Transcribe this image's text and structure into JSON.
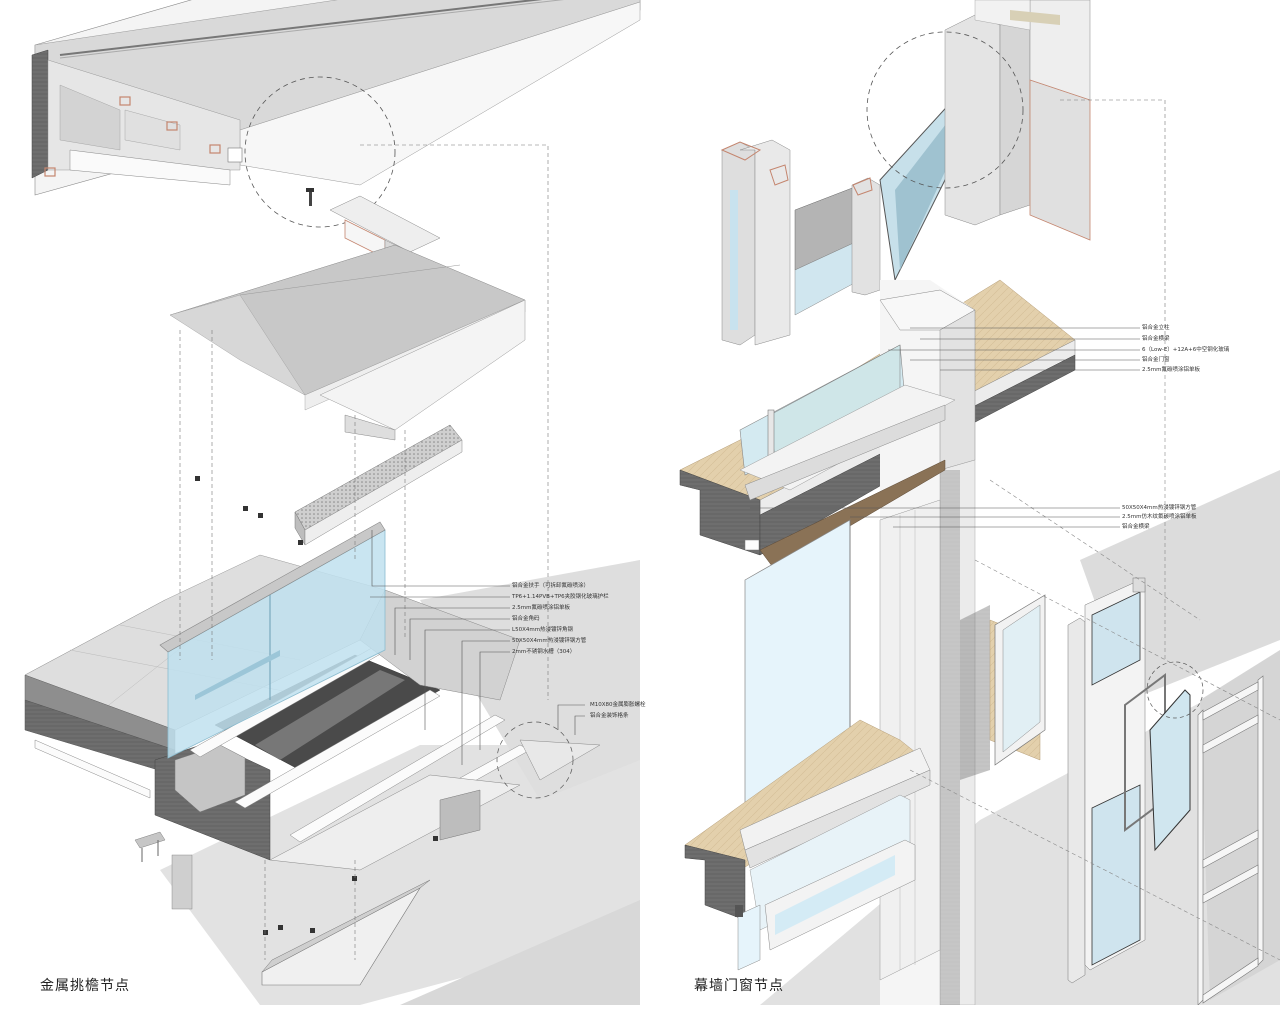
{
  "panels": [
    {
      "id": "left",
      "caption": "金属挑檐节点",
      "labels": [
        "铝合金扶手（可拆卸氟碳喷涂）",
        "TP6+1.14PVB+TP6夹胶钢化玻璃护栏",
        "2.5mm氟碳喷涂铝单板",
        "铝合金角码",
        "L50X4mm热浸镀锌角钢",
        "50X50X4mm热浸镀锌钢方管",
        "2mm不锈钢水槽（304）",
        "M10X80金属膨胀螺栓",
        "铝合金装饰格条"
      ]
    },
    {
      "id": "right",
      "caption": "幕墙门窗节点",
      "labels": [
        "铝合金立柱",
        "铝合金横梁",
        "6（Low-E）+12A+6中空钢化玻璃",
        "铝合金门窗",
        "2.5mm氟碳喷涂铝单板",
        "50X50X4mm热浸镀锌钢方管",
        "2.5mm仿木纹氟碳喷涂铝单板",
        "铝合金横梁"
      ]
    }
  ],
  "colors": {
    "panel_light": "#ececec",
    "panel_mid": "#d6d6d6",
    "panel_dark": "#a8a8a8",
    "concrete": "#6e6e6e",
    "glass": "#bfe0ef",
    "glass_edge": "#8bbccf",
    "wood": "#e3d0ac",
    "wood_dark": "#8a7256",
    "shadow": "#d9d9d9",
    "accent_red": "#c4856e",
    "line": "#555555"
  }
}
